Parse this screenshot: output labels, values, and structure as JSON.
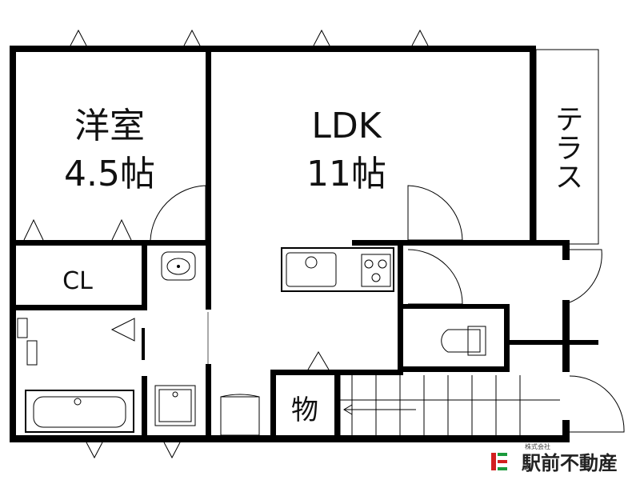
{
  "rooms": {
    "western_room": {
      "name": "洋室",
      "size": "4.5帖"
    },
    "ldk": {
      "name": "LDK",
      "size": "11帖"
    },
    "terrace": {
      "name": "テラス"
    },
    "closet": {
      "name": "CL"
    },
    "storage": {
      "name": "物"
    }
  },
  "logo": {
    "company": "駅前不動産",
    "small_text": "株式会社",
    "brand_color": "#d21f1f",
    "accent_color": "#1a9a3c"
  },
  "icons": {
    "window_marker": "triangle-marker-icon",
    "door_swing": "door-swing-icon",
    "stove": "stove-icon",
    "sink": "sink-icon",
    "toilet": "toilet-icon",
    "bathtub": "bathtub-icon",
    "washer": "washer-pan-icon"
  }
}
